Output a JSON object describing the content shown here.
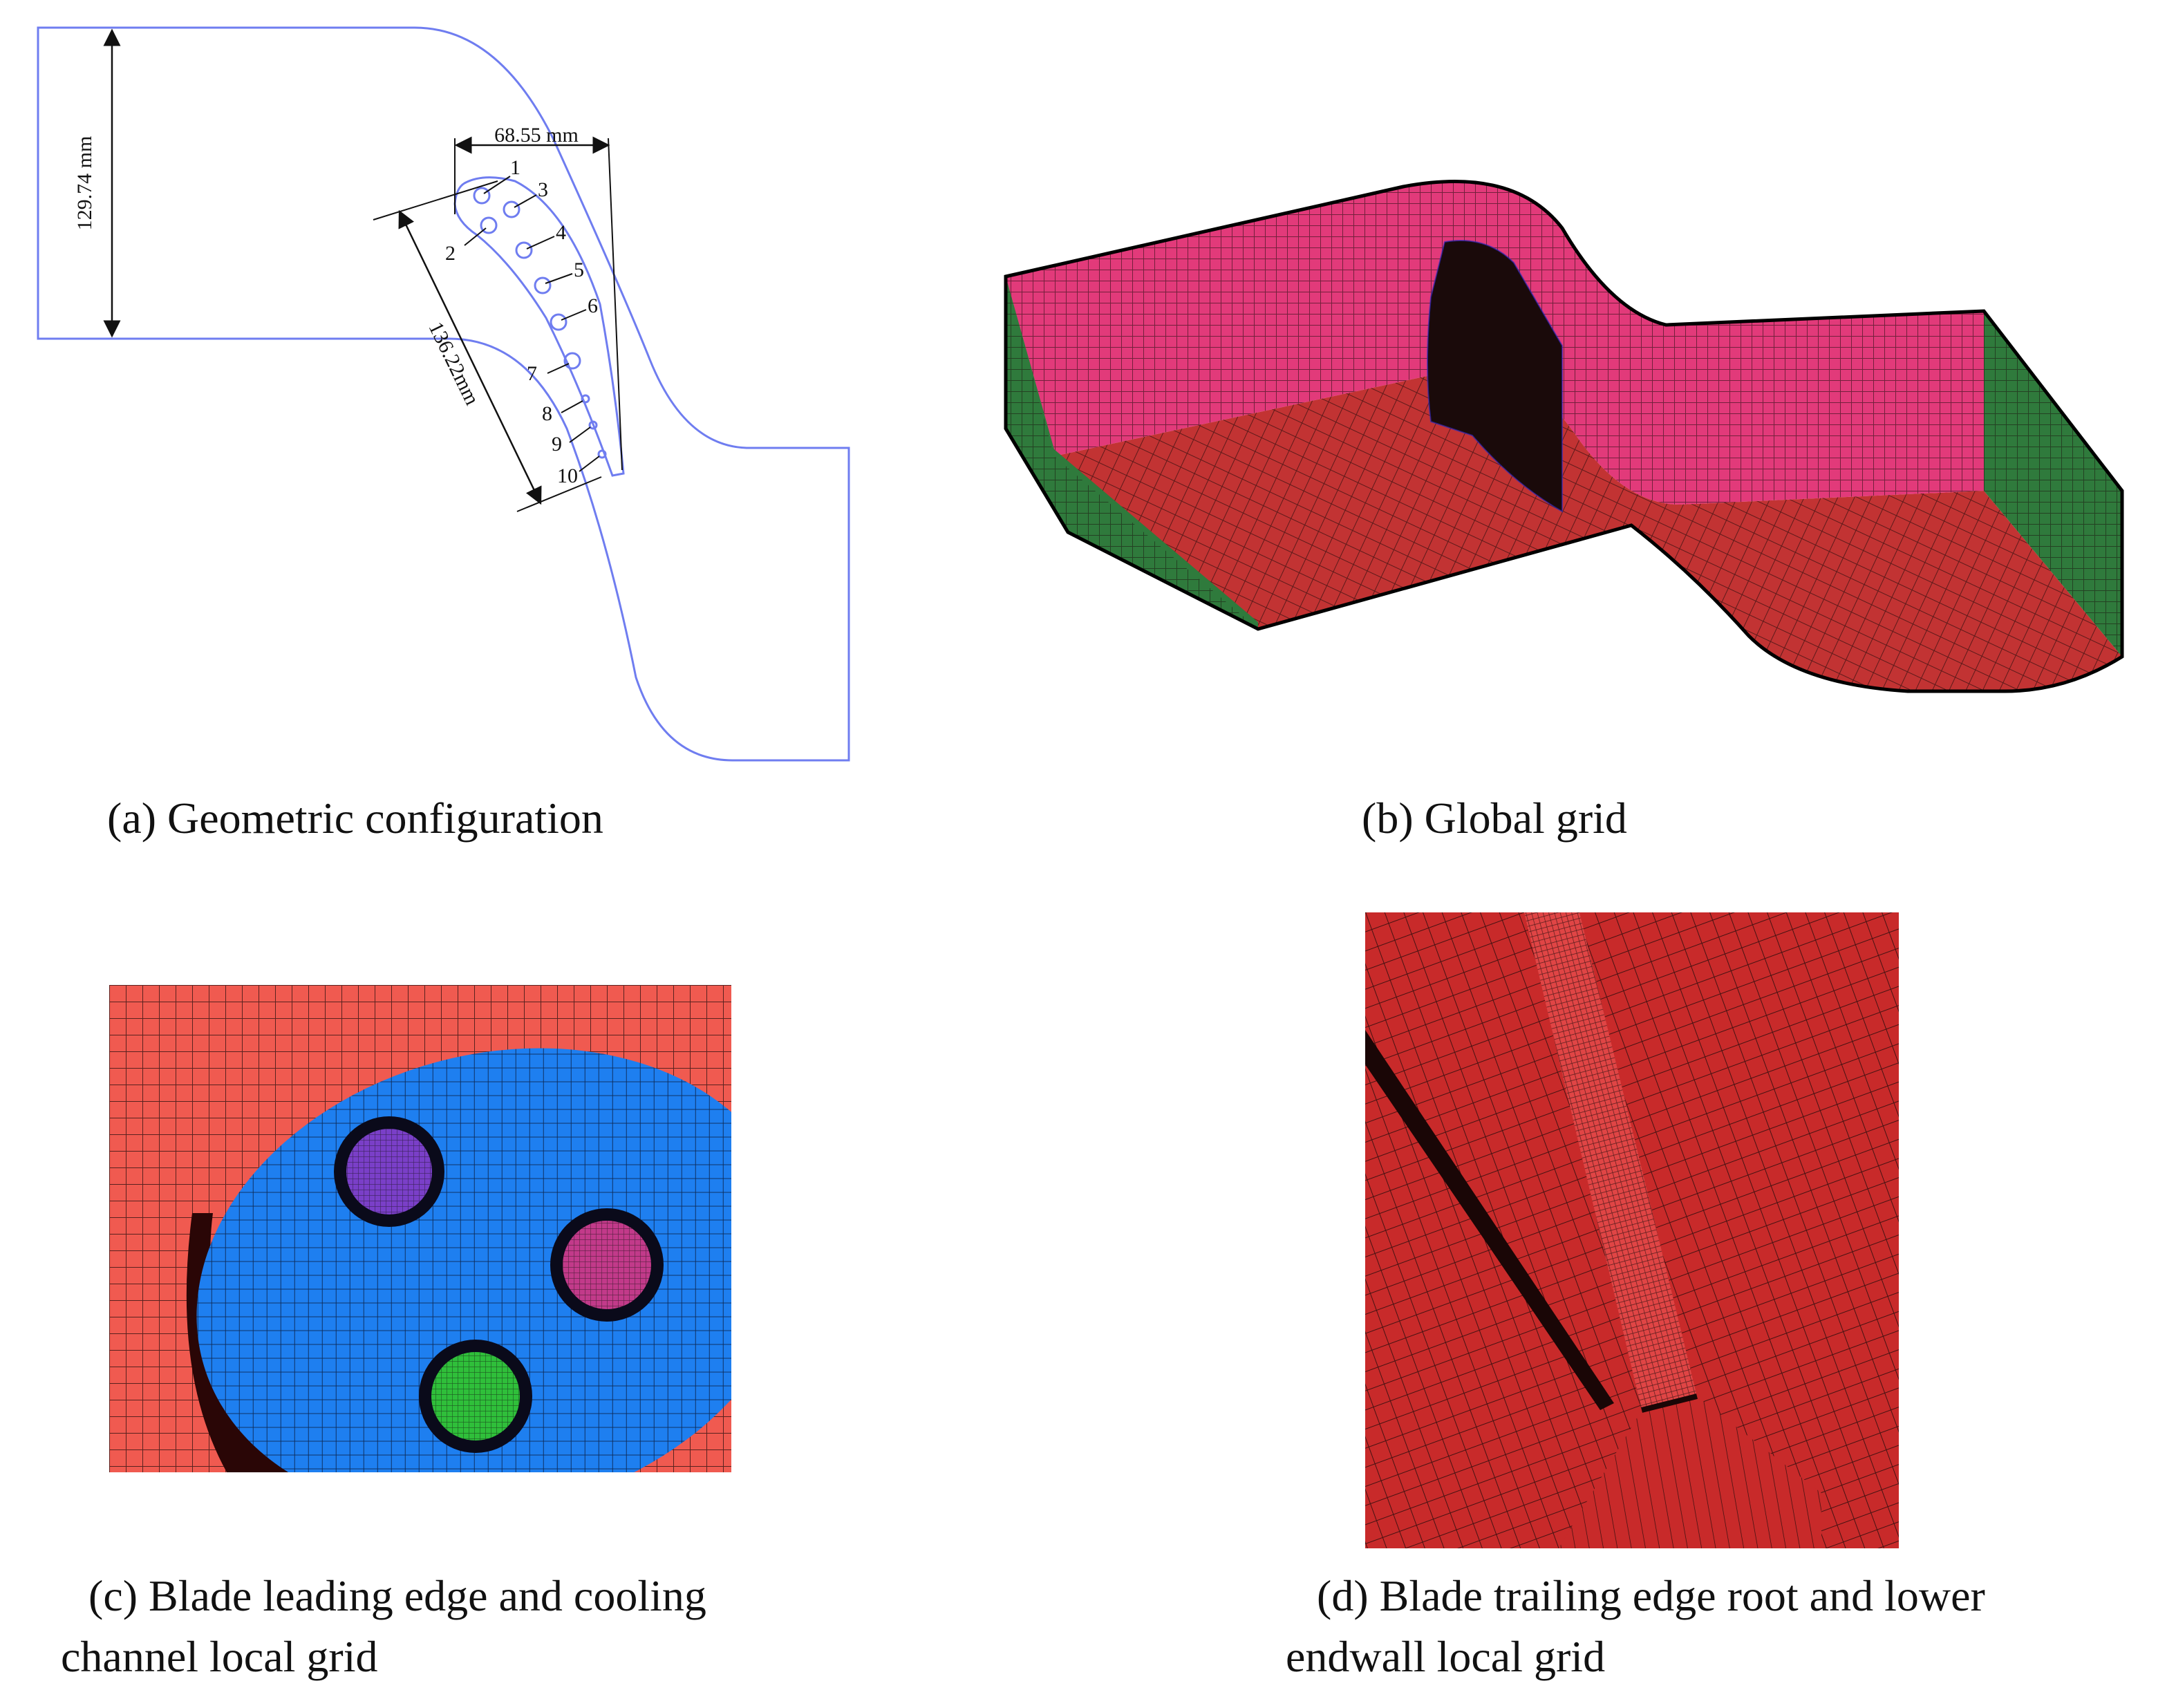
{
  "panel_a": {
    "caption": "(a)  Geometric configuration",
    "dim_height": "129.74 mm",
    "dim_chord": "68.55 mm",
    "dim_span": "136.22mm",
    "hole_labels": [
      "1",
      "2",
      "3",
      "4",
      "5",
      "6",
      "7",
      "8",
      "9",
      "10"
    ],
    "outline_color": "#6f7df0"
  },
  "panel_b": {
    "caption": "(b)  Global grid",
    "colors": {
      "wall": "#e23a7a",
      "floor": "#c23333",
      "inlet": "#2f7a3c",
      "grid_line": "#1a0a0a"
    }
  },
  "panel_c": {
    "caption_line1": "(c)  Blade leading edge and cooling",
    "caption_line2": "channel local grid",
    "colors": {
      "background": "#f05a50",
      "blade": "#1e7ff0",
      "hole_purple": "#7a3fc8",
      "hole_magenta": "#c23a8a",
      "hole_green": "#2fbf3a"
    }
  },
  "panel_d": {
    "caption_line1": "(d)  Blade trailing edge root and lower",
    "caption_line2": "endwall local grid",
    "colors": {
      "background": "#c82a2a",
      "blade_face": "#e04545"
    }
  }
}
